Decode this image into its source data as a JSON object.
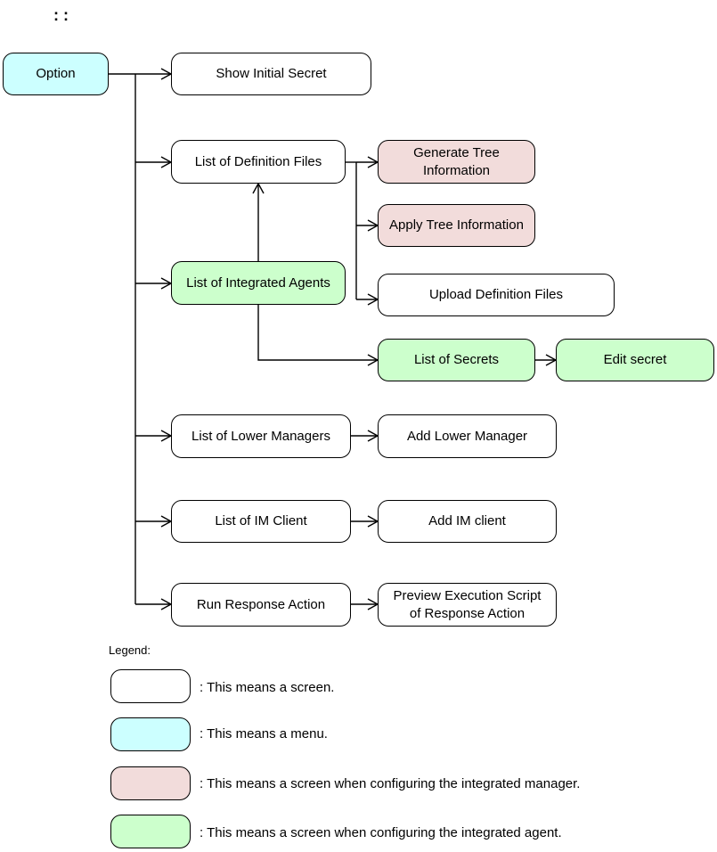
{
  "colors": {
    "screen": "#ffffff",
    "menu": "#ccffff",
    "integrated_manager": "#f2dcdb",
    "integrated_agent": "#ccffcc"
  },
  "continuation_marker": ":\n:",
  "nodes": {
    "option": {
      "label": "Option",
      "kind": "menu"
    },
    "show_initial_secret": {
      "label": "Show Initial Secret",
      "kind": "screen"
    },
    "list_definition_files": {
      "label": "List of Definition Files",
      "kind": "screen"
    },
    "generate_tree_information": {
      "label": "Generate Tree\nInformation",
      "kind": "integrated_manager"
    },
    "apply_tree_information": {
      "label": "Apply Tree Information",
      "kind": "integrated_manager"
    },
    "upload_definition_files": {
      "label": "Upload Definition Files",
      "kind": "screen"
    },
    "list_integrated_agents": {
      "label": "List of Integrated Agents",
      "kind": "integrated_agent"
    },
    "list_of_secrets": {
      "label": "List of Secrets",
      "kind": "integrated_agent"
    },
    "edit_secret": {
      "label": "Edit secret",
      "kind": "integrated_agent"
    },
    "list_lower_managers": {
      "label": "List of Lower Managers",
      "kind": "screen"
    },
    "add_lower_manager": {
      "label": "Add Lower Manager",
      "kind": "screen"
    },
    "list_im_client": {
      "label": "List of IM Client",
      "kind": "screen"
    },
    "add_im_client": {
      "label": "Add IM client",
      "kind": "screen"
    },
    "run_response_action": {
      "label": "Run Response Action",
      "kind": "screen"
    },
    "preview_execution_script": {
      "label": "Preview Execution Script\nof Response Action",
      "kind": "screen"
    }
  },
  "edges": [
    {
      "from": "option",
      "to": "show_initial_secret"
    },
    {
      "from": "option",
      "to": "list_definition_files"
    },
    {
      "from": "option",
      "to": "list_integrated_agents"
    },
    {
      "from": "option",
      "to": "list_lower_managers"
    },
    {
      "from": "option",
      "to": "list_im_client"
    },
    {
      "from": "option",
      "to": "run_response_action"
    },
    {
      "from": "list_definition_files",
      "to": "generate_tree_information"
    },
    {
      "from": "list_definition_files",
      "to": "apply_tree_information"
    },
    {
      "from": "list_definition_files",
      "to": "upload_definition_files"
    },
    {
      "from": "list_integrated_agents",
      "to": "list_definition_files"
    },
    {
      "from": "list_integrated_agents",
      "to": "list_of_secrets"
    },
    {
      "from": "list_of_secrets",
      "to": "edit_secret"
    },
    {
      "from": "list_lower_managers",
      "to": "add_lower_manager"
    },
    {
      "from": "list_im_client",
      "to": "add_im_client"
    },
    {
      "from": "run_response_action",
      "to": "preview_execution_script"
    }
  ],
  "legend": {
    "title": "Legend:",
    "items": [
      {
        "kind": "screen",
        "text": ": This means a screen."
      },
      {
        "kind": "menu",
        "text": ": This means a menu."
      },
      {
        "kind": "integrated_manager",
        "text": ": This means a screen when configuring the integrated manager."
      },
      {
        "kind": "integrated_agent",
        "text": ": This means a screen when configuring the integrated agent."
      }
    ]
  }
}
